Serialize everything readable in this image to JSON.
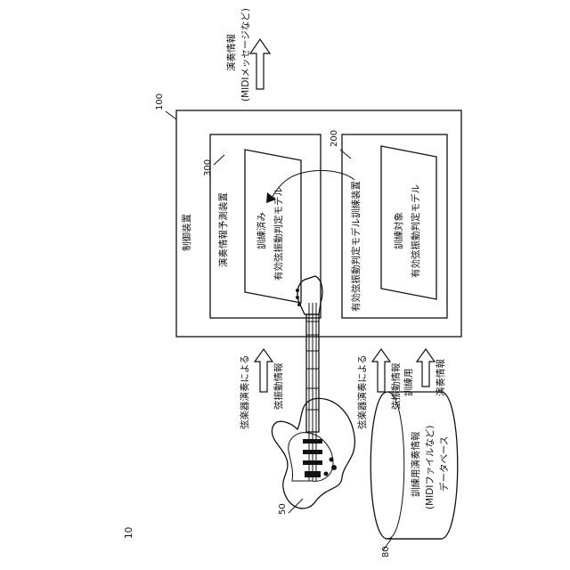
{
  "figure_number": "10",
  "output": {
    "line1": "演奏情報",
    "line2": "(MIDIメッセージなど)"
  },
  "control_device": {
    "ref": "100",
    "label": "制御装置"
  },
  "prediction_device": {
    "ref": "300",
    "label": "演奏情報予測装置",
    "model_line1": "訓練済み",
    "model_line2": "有効弦振動判定モデル"
  },
  "training_device": {
    "ref": "200",
    "label": "有効弦振動判定モデル訓練装置",
    "model_line1": "訓練対象",
    "model_line2": "有効弦振動判定モデル"
  },
  "input_prediction": {
    "line1": "弦楽器演奏による",
    "line2": "弦振動情報"
  },
  "input_training_vibration": {
    "line1": "弦楽器演奏による",
    "line2": "弦振動情報"
  },
  "input_training_performance": {
    "line1": "訓練用",
    "line2": "演奏情報"
  },
  "guitar": {
    "ref": "50",
    "icon": "electric-guitar-icon"
  },
  "database": {
    "ref": "80",
    "line1": "訓練用演奏情報",
    "line2": "(MIDIファイルなど)",
    "line3": "データベース"
  }
}
